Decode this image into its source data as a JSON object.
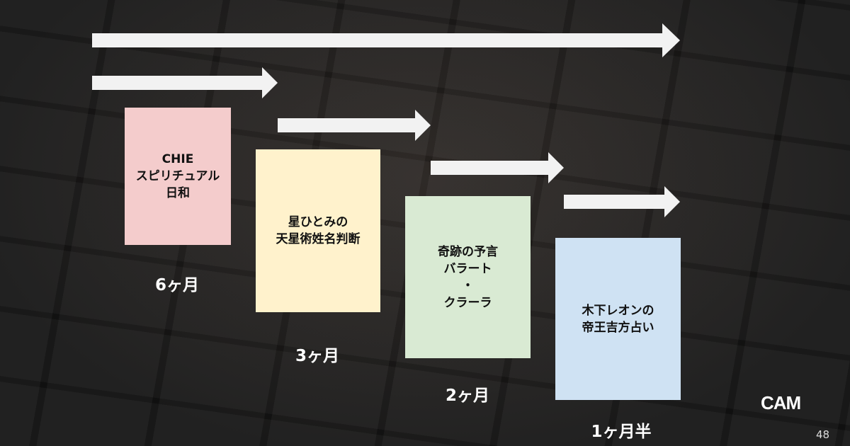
{
  "steps": [
    {
      "title": "CHIE\nスピリチュアル\n日和",
      "duration": "6ヶ月",
      "color": "#f4cccc"
    },
    {
      "title": "星ひとみの\n天星術姓名判断",
      "duration": "3ヶ月",
      "color": "#fff2cc"
    },
    {
      "title": "奇跡の予言\nバラート\n・\nクラーラ",
      "duration": "2ヶ月",
      "color": "#d9ead3"
    },
    {
      "title": "木下レオンの\n帝王吉方占い",
      "duration": "1ヶ月半",
      "color": "#cfe2f3"
    }
  ],
  "logo": "CAM",
  "page_number": "48"
}
